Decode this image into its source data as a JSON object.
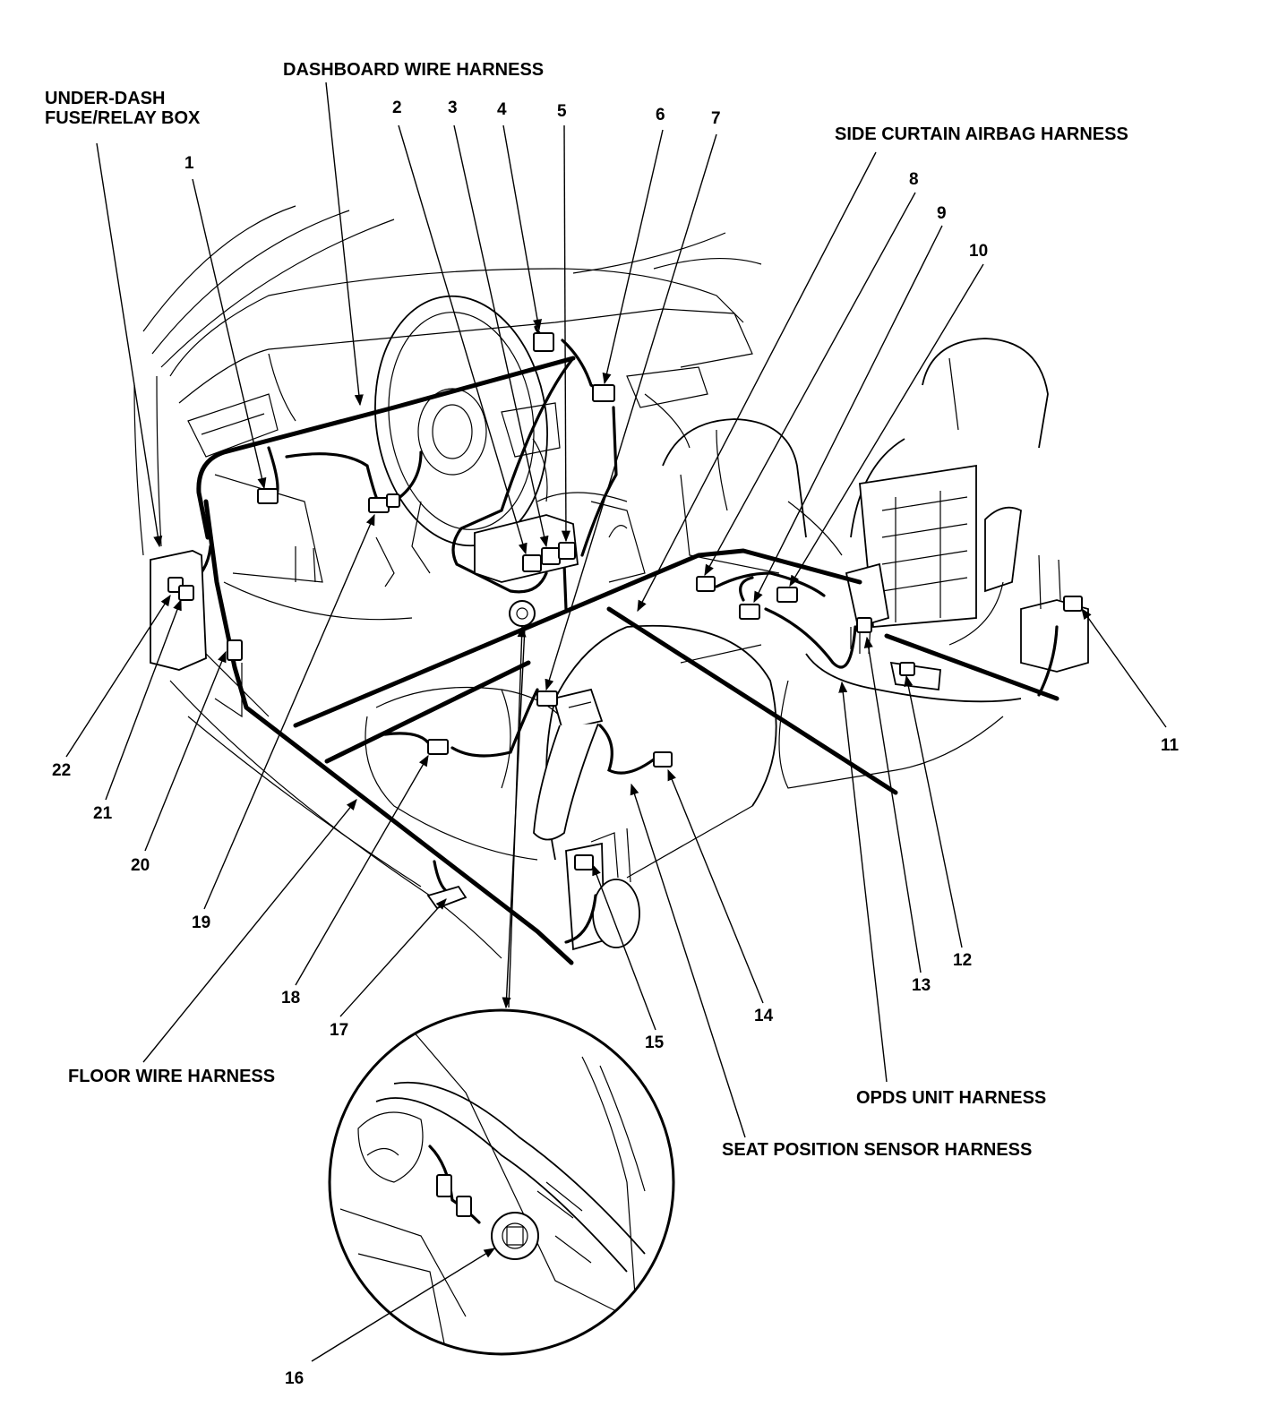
{
  "labels": {
    "harness": {
      "under_dash_line1": "UNDER-DASH",
      "under_dash_line2": "FUSE/RELAY BOX",
      "dashboard": "DASHBOARD WIRE HARNESS",
      "side_curtain": "SIDE CURTAIN AIRBAG HARNESS",
      "floor": "FLOOR WIRE HARNESS",
      "opds": "OPDS UNIT HARNESS",
      "seat_position": "SEAT POSITION SENSOR HARNESS"
    },
    "callouts": [
      "1",
      "2",
      "3",
      "4",
      "5",
      "6",
      "7",
      "8",
      "9",
      "10",
      "11",
      "12",
      "13",
      "14",
      "15",
      "16",
      "17",
      "18",
      "19",
      "20",
      "21",
      "22"
    ]
  }
}
